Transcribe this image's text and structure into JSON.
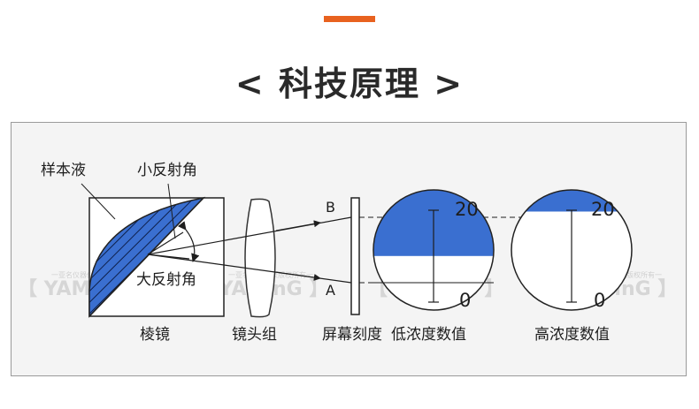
{
  "header": {
    "title": "< 科技原理 >"
  },
  "diagram": {
    "labels": {
      "sample_liquid": "样本液",
      "small_reflection_angle": "小反射角",
      "large_reflection_angle": "大反射角",
      "point_b": "B",
      "point_a": "A",
      "prism": "棱镜",
      "lens_group": "镜头组",
      "screen_scale": "屏幕刻度",
      "low_concentration": "低浓度数值",
      "high_concentration": "高浓度数值"
    },
    "scale_low": {
      "top": "20",
      "bottom": "0"
    },
    "scale_high": {
      "top": "20",
      "bottom": "0"
    },
    "watermark": {
      "text": "【 YAMinG 】",
      "subtext": "一亚名仪器仪表版权所有一"
    },
    "colors": {
      "fill_blue": "#3a6fd0",
      "accent": "#e8621f"
    },
    "low_concentration_fill_fraction": 0.55,
    "high_concentration_fill_fraction": 0.18
  }
}
